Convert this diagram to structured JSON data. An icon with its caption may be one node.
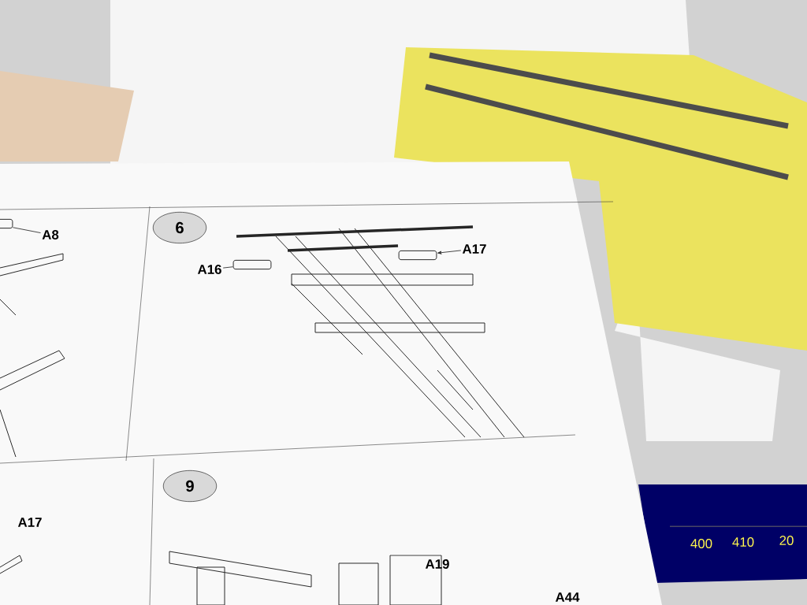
{
  "diagram": {
    "nodes": [
      {
        "text": [
          "6"
        ]
      },
      {
        "text": [
          "A16"
        ]
      },
      {
        "text": [
          "A17"
        ]
      },
      {
        "text": [
          "A8"
        ]
      },
      {
        "text": [
          "9"
        ]
      },
      {
        "text": [],
        "shape": "box"
      },
      {
        "text": [],
        "shape": "box"
      },
      {
        "text": [],
        "shape": "box"
      }
    ],
    "edges": [
      {
        "from": 1,
        "to": 5,
        "arrow": "none"
      },
      {
        "from": 2,
        "to": 6,
        "arrow": "to"
      },
      {
        "from": 3,
        "to": 7,
        "arrow": "none"
      }
    ],
    "labels": [
      "A17",
      "A19",
      "A44",
      "400",
      "410",
      "20"
    ]
  }
}
